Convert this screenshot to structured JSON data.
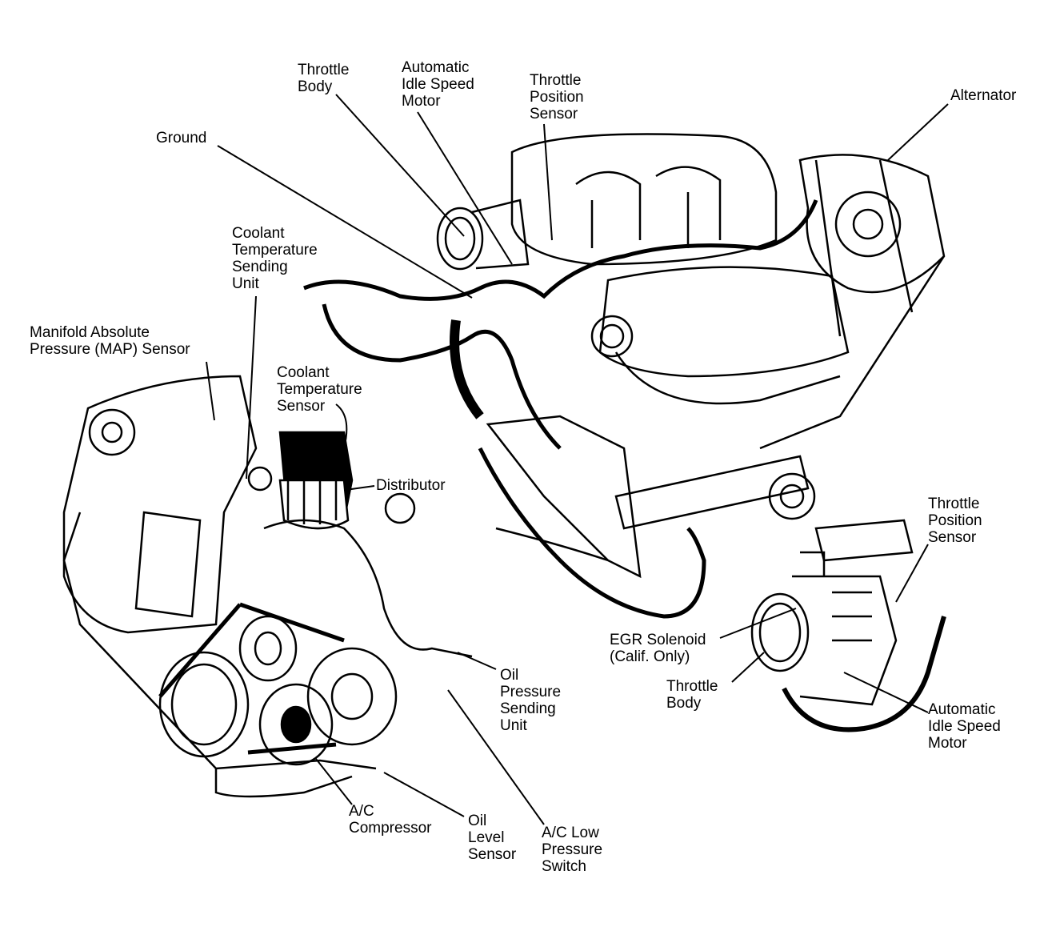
{
  "labels": {
    "throttle_body_top": [
      "Throttle",
      "Body"
    ],
    "aism_top": [
      "Automatic",
      "Idle Speed",
      "Motor"
    ],
    "tps_top": [
      "Throttle",
      "Position",
      "Sensor"
    ],
    "alternator": [
      "Alternator"
    ],
    "ground": [
      "Ground"
    ],
    "coolant_sending_unit": [
      "Coolant",
      "Temperature",
      "Sending",
      "Unit"
    ],
    "map_sensor": [
      "Manifold Absolute",
      "Pressure (MAP) Sensor"
    ],
    "coolant_sensor": [
      "Coolant",
      "Temperature",
      "Sensor"
    ],
    "distributor": [
      "Distributor"
    ],
    "tps_right": [
      "Throttle",
      "Position",
      "Sensor"
    ],
    "egr_solenoid": [
      "EGR Solenoid",
      "(Calif. Only)"
    ],
    "throttle_body_right": [
      "Throttle",
      "Body"
    ],
    "aism_right": [
      "Automatic",
      "Idle Speed",
      "Motor"
    ],
    "oil_pressure_unit": [
      "Oil",
      "Pressure",
      "Sending",
      "Unit"
    ],
    "ac_compressor": [
      "A/C",
      "Compressor"
    ],
    "oil_level_sensor": [
      "Oil",
      "Level",
      "Sensor"
    ],
    "ac_low_pressure_switch": [
      "A/C Low",
      "Pressure",
      "Switch"
    ]
  }
}
